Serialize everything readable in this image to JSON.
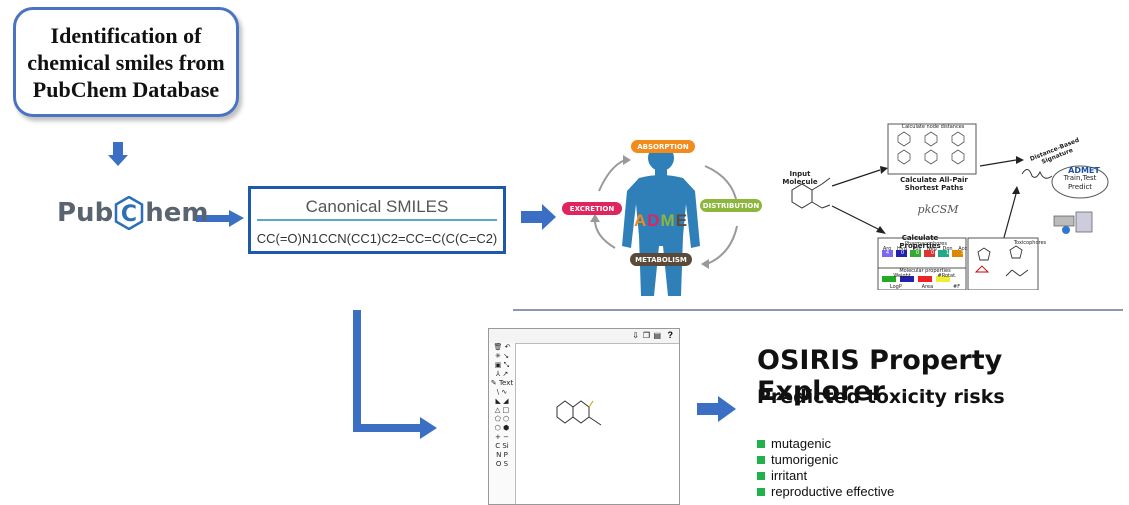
{
  "identification": {
    "text": "Identification of chemical smiles from PubChem Database"
  },
  "pubchem": {
    "left": "Pub",
    "center": "C",
    "right": "hem"
  },
  "smiles": {
    "title": "Canonical SMILES",
    "value": "CC(=O)N1CCN(CC1)C2=CC=C(C(C=C2)"
  },
  "adme": {
    "center": "ADME",
    "absorption": "ABSORPTION",
    "distribution": "DISTRIBUTION",
    "metabolism": "METABOLISM",
    "excretion": "EXCRETION",
    "colors": {
      "absorption": "#f28a1c",
      "distribution": "#8cb63c",
      "metabolism": "#5b4a3a",
      "excretion": "#e0245e",
      "body": "#2f7fb8"
    }
  },
  "pkcsm": {
    "input": "Input Molecule",
    "pairs_title": "Calculate All-Pair Shortest Paths",
    "pairs_subtitle": "Calculate node distances",
    "props_title": "Calculate Properties",
    "pharmacophores": "Pharmacophores",
    "pharma_labels": [
      "Aro",
      "Hyd",
      "Pos",
      "Neg",
      "Don",
      "Acc"
    ],
    "pharma_values": [
      "4",
      "0",
      "0",
      "0",
      "1",
      "3"
    ],
    "molecular_properties": "Molecular properties",
    "mol_labels": [
      "Weight",
      "#Rotat."
    ],
    "mol_labels2": [
      "LogP",
      "Area",
      "#F"
    ],
    "toxicophores": "Toxicophores",
    "signature": "Distance-Based Signature",
    "logo": "pkCSM",
    "admet": "ADMET",
    "train": "Train,Test Predict"
  },
  "editor": {
    "toolbar_icons": [
      "download-icon",
      "copy-icon",
      "paste-icon",
      "help-icon"
    ],
    "help": "?",
    "tools": [
      "C",
      "Si",
      "N",
      "P",
      "O",
      "S",
      "Text"
    ]
  },
  "osiris": {
    "title": "OSIRIS Property Explorer",
    "subtitle": "Predicted toxicity risks",
    "risks": [
      "mutagenic",
      "tumorigenic",
      "irritant",
      "reproductive effective"
    ],
    "risk_color": "#21b24a"
  },
  "colors": {
    "arrow": "#3a6fc4",
    "box_border": "#4a74c2",
    "smiles_border": "#1d5aa8"
  }
}
